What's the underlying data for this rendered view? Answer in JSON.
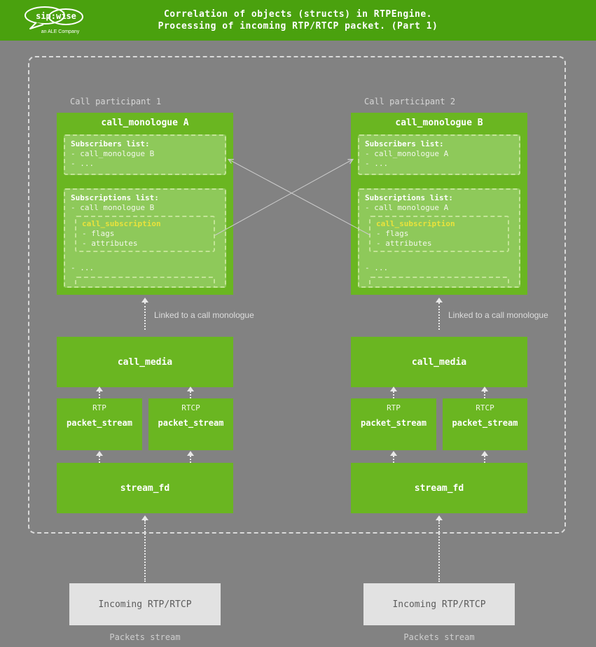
{
  "header": {
    "title_line1": "Correlation of objects (structs) in RTPEngine.",
    "title_line2": "Processing of incoming RTP/RTCP packet. (Part 1)",
    "logo": {
      "brand": "sip:wise",
      "company": "an ALE Company"
    }
  },
  "colors": {
    "header_green": "#4aa10e",
    "box_green": "#6ab621",
    "inner_box_green": "#8ec95a",
    "background_gray": "#828282",
    "incoming_box_gray": "#e2e2e2",
    "subscription_title_yellow": "#e9e23b",
    "dashed_outline_gray": "#d9d9d9"
  },
  "participants": [
    {
      "label": "Call participant 1",
      "monologue": {
        "title": "call_monologue A",
        "subscribers_title": "Subscribers list:",
        "subscribers_items": [
          "- call_monologue B",
          "- ..."
        ],
        "subscriptions_title": "Subscriptions list:",
        "subscriptions_item": "- call monologue B",
        "subscription_title": "call_subscription",
        "subscription_items": [
          "- flags",
          "- attributes"
        ],
        "more": "- ..."
      },
      "linked_label": "Linked to a call monologue",
      "call_media": "call_media",
      "streams": [
        {
          "proto": "RTP",
          "label": "packet_stream"
        },
        {
          "proto": "RTCP",
          "label": "packet_stream"
        }
      ],
      "stream_fd": "stream_fd",
      "incoming": "Incoming RTP/RTCP",
      "packets_stream": "Packets stream"
    },
    {
      "label": "Call participant 2",
      "monologue": {
        "title": "call_monologue B",
        "subscribers_title": "Subscribers list:",
        "subscribers_items": [
          "- call_monologue A",
          "- ..."
        ],
        "subscriptions_title": "Subscriptions list:",
        "subscriptions_item": "- call monologue A",
        "subscription_title": "call_subscription",
        "subscription_items": [
          "- flags",
          "- attributes"
        ],
        "more": "- ..."
      },
      "linked_label": "Linked to a call monologue",
      "call_media": "call_media",
      "streams": [
        {
          "proto": "RTP",
          "label": "packet_stream"
        },
        {
          "proto": "RTCP",
          "label": "packet_stream"
        }
      ],
      "stream_fd": "stream_fd",
      "incoming": "Incoming RTP/RTCP",
      "packets_stream": "Packets stream"
    }
  ]
}
